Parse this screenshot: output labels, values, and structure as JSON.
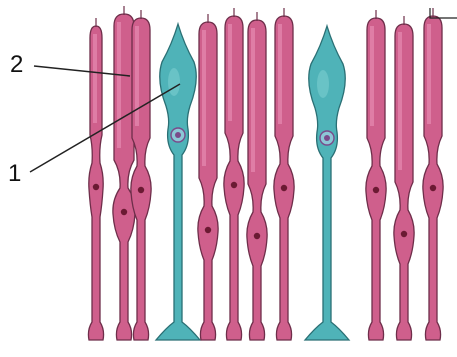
{
  "diagram": {
    "labels": [
      {
        "id": "label-2",
        "text": "2"
      },
      {
        "id": "label-1",
        "text": "1"
      }
    ],
    "colors": {
      "rod_fill": "#cf5f8c",
      "rod_fill_light": "#e58ab0",
      "rod_outline": "#6e2e4a",
      "cone_fill": "#4fb3b8",
      "cone_fill_dark": "#3a9aa1",
      "cone_outline": "#2a6f74",
      "nucleus_rod": "#6b1a33",
      "nucleus_cone": "#7a4a8a",
      "background": "#ffffff",
      "line": "#222222"
    }
  }
}
